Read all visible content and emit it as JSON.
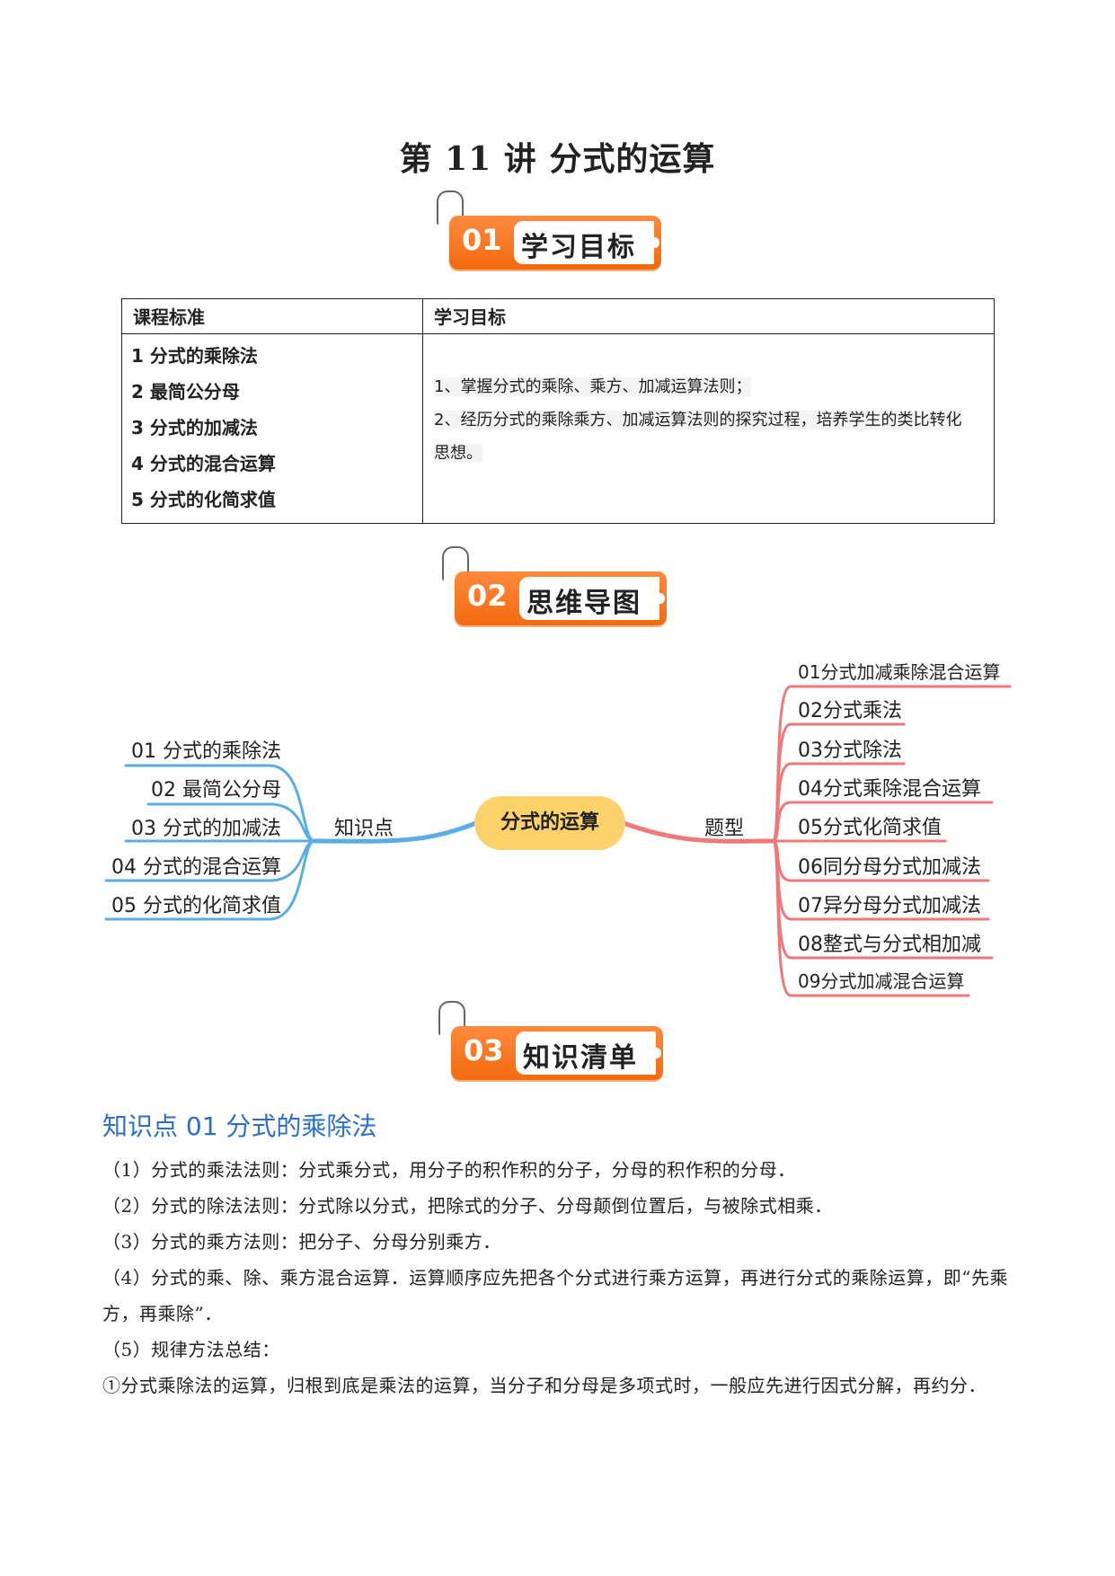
{
  "title": "第 11 讲  分式的运算",
  "badges": [
    {
      "num": "01",
      "label": "学习目标"
    },
    {
      "num": "02",
      "label": "思维导图"
    },
    {
      "num": "03",
      "label": "知识清单"
    }
  ],
  "table": {
    "headers": [
      "课程标准",
      "学习目标"
    ],
    "standards": [
      "1 分式的乘除法",
      "2 最简公分母",
      "3 分式的加减法",
      "4 分式的混合运算",
      "5 分式的化简求值"
    ],
    "goals": [
      "1、掌握分式的乘除、乘方、加减运算法则；",
      "2、经历分式的乘除乘方、加减运算法则的探究过程，培养学生的类比转化",
      "思想。"
    ]
  },
  "mindmap": {
    "center": "分式的运算",
    "left_branch": "知识点",
    "right_branch": "题型",
    "left_items": [
      "01 分式的乘除法",
      "02 最简公分母",
      "03 分式的加减法",
      "04 分式的混合运算",
      "05 分式的化简求值"
    ],
    "right_items": [
      "01分式加减乘除混合运算",
      "02分式乘法",
      "03分式除法",
      "04分式乘除混合运算",
      "05分式化简求值",
      "06同分母分式加减法",
      "07异分母分式加减法",
      "08整式与分式相加减",
      "09分式加减混合运算"
    ],
    "colors": {
      "left": "#5aaee8",
      "right": "#f07878",
      "center": "#fdd26a"
    }
  },
  "knowledge": {
    "heading": "知识点 01 分式的乘除法",
    "paragraphs": [
      "（1）分式的乘法法则：分式乘分式，用分子的积作积的分子，分母的积作积的分母．",
      "（2）分式的除法法则：分式除以分式，把除式的分子、分母颠倒位置后，与被除式相乘．",
      "（3）分式的乘方法则：把分子、分母分别乘方．",
      "（4）分式的乘、除、乘方混合运算．运算顺序应先把各个分式进行乘方运算，再进行分式的乘除运算，即“先乘方，再乘除”．",
      "（5）规律方法总结：",
      "①分式乘除法的运算，归根到底是乘法的运算，当分子和分母是多项式时，一般应先进行因式分解，再约分．"
    ]
  }
}
